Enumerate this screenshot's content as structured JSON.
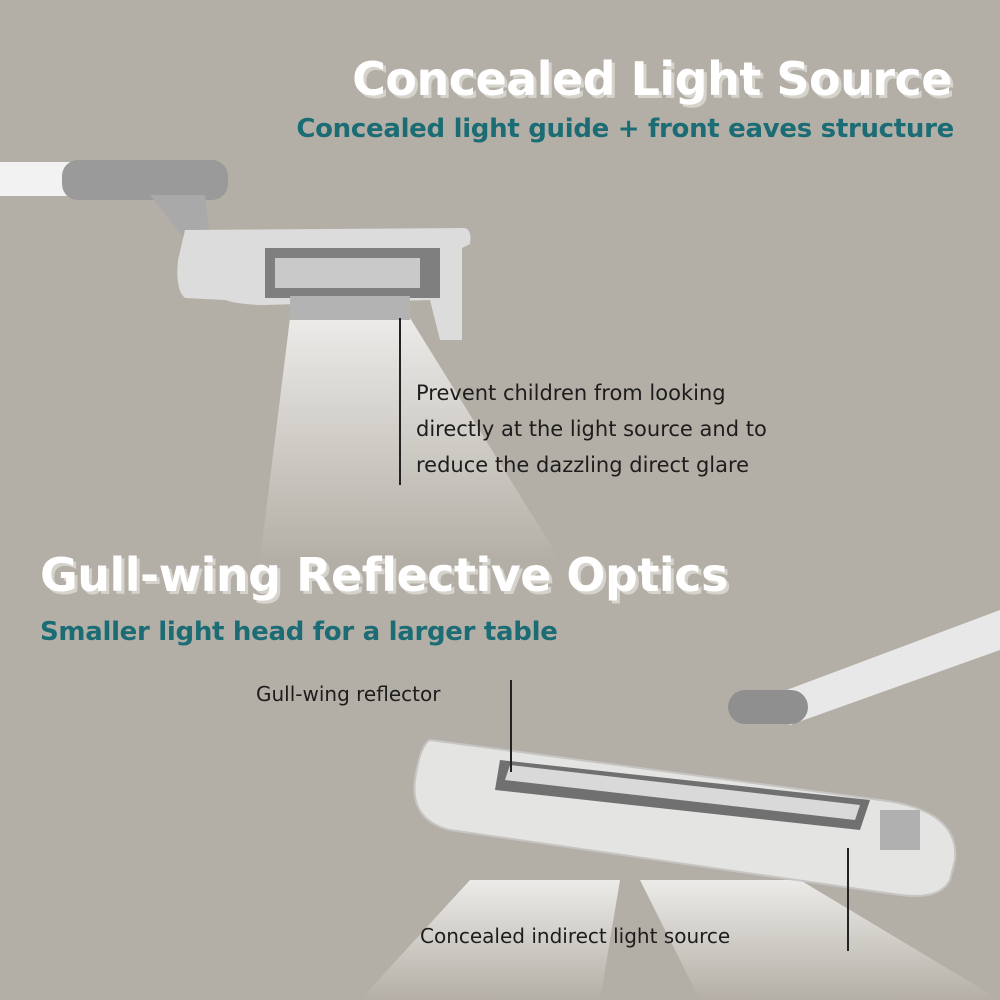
{
  "section1": {
    "title": "Concealed Light Source",
    "subtitle": "Concealed light guide + front eaves structure",
    "note_lines": [
      "Prevent children from looking",
      "directly at the light source and to",
      "reduce the dazzling direct glare"
    ]
  },
  "section2": {
    "title": "Gull-wing Reflective Optics",
    "subtitle": "Smaller light head for a larger table",
    "label_reflector": "Gull-wing reflector",
    "label_indirect": "Concealed indirect light source"
  },
  "colors": {
    "background": "#b4afa6",
    "accent": "#1b6c74",
    "title": "#ffffff"
  }
}
